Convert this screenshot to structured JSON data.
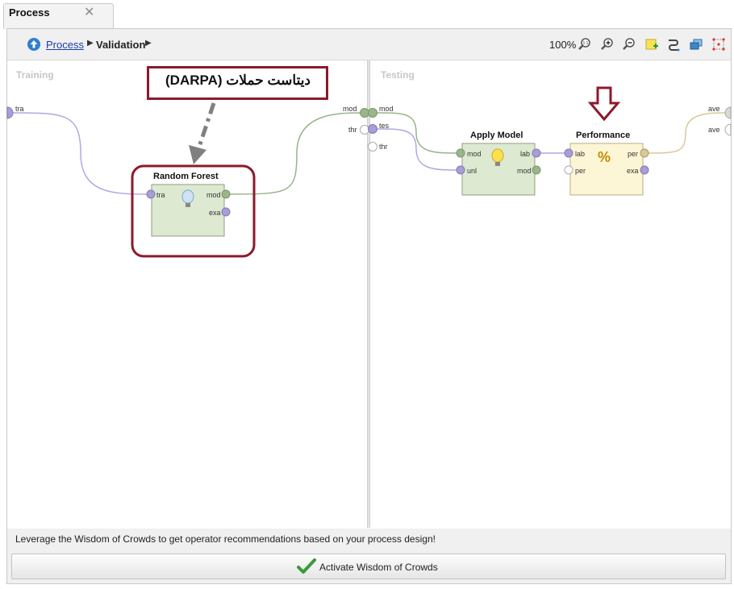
{
  "tab": {
    "label": "Process",
    "close": "✕"
  },
  "breadcrumb": {
    "root": "Process",
    "current": "Validation"
  },
  "toolbar": {
    "zoom": "100%"
  },
  "training": {
    "label": "Training",
    "input_port": "tra",
    "output_ports": [
      "mod",
      "thr"
    ]
  },
  "testing": {
    "label": "Testing",
    "input_ports": [
      "mod",
      "tes",
      "thr"
    ],
    "output_ports": [
      "ave",
      "ave"
    ]
  },
  "operators": {
    "random_forest": {
      "title": "Random Forest",
      "in": [
        "tra"
      ],
      "out": [
        "mod",
        "exa"
      ]
    },
    "apply_model": {
      "title": "Apply Model",
      "in": [
        "mod",
        "unl"
      ],
      "out": [
        "lab",
        "mod"
      ]
    },
    "performance": {
      "title": "Performance",
      "in": [
        "lab",
        "per"
      ],
      "out": [
        "per",
        "exa"
      ]
    }
  },
  "annotation": {
    "text": "ديتاست حملات (DARPA)"
  },
  "recommendation": {
    "hint": "Leverage the Wisdom of Crowds to get operator recommendations based on your process design!",
    "button": "Activate Wisdom of Crowds"
  },
  "colors": {
    "op_green": "#dde9d0",
    "op_yellow": "#fdf6d6",
    "highlight": "#8b1a2c",
    "port_purple": "#a99dd6",
    "port_green": "#9bb58a"
  }
}
